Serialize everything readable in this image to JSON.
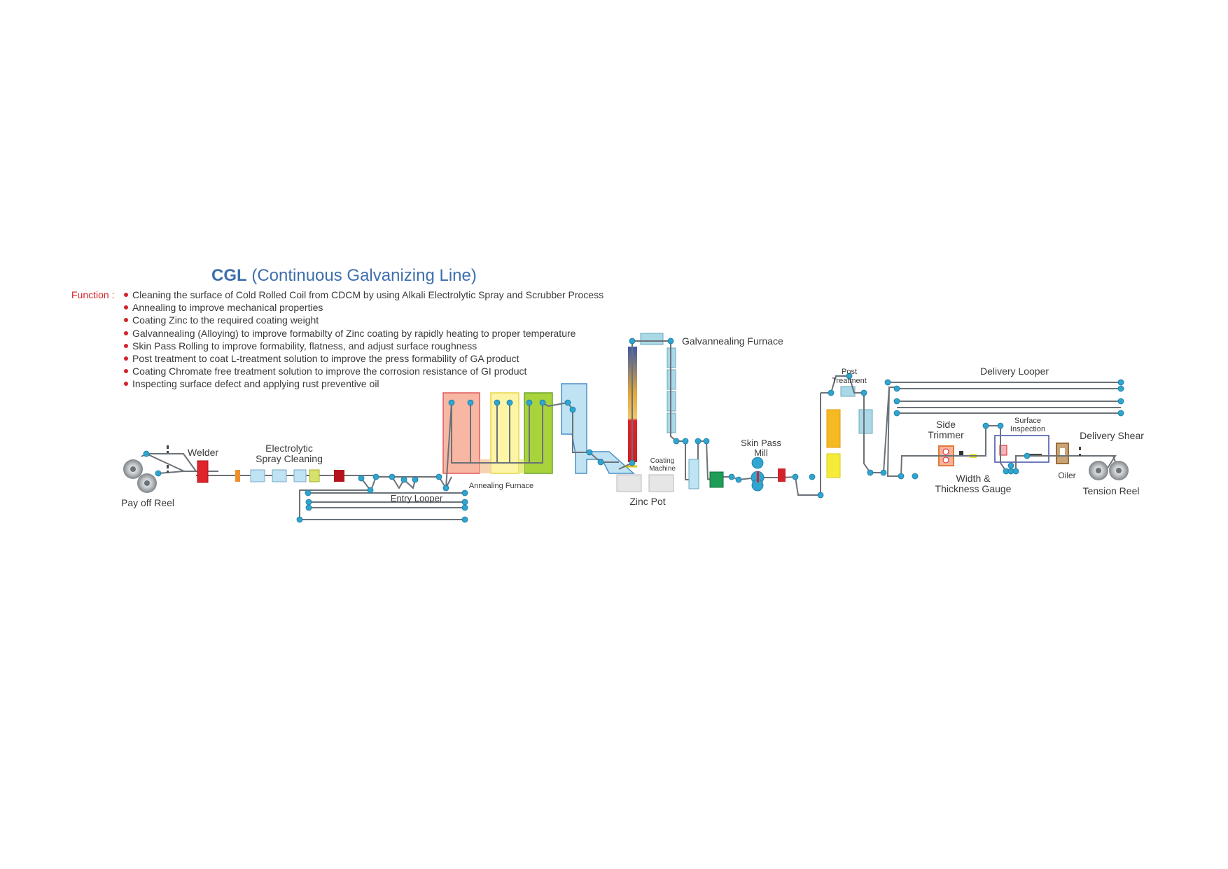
{
  "title": {
    "bold": "CGL",
    "rest": " (Continuous Galvanizing Line)"
  },
  "function_label": "Function :",
  "functions": [
    "Cleaning the surface of Cold Rolled Coil from CDCM by using Alkali Electrolytic Spray and Scrubber Process",
    "Annealing to improve mechanical properties",
    "Coating Zinc to the required coating weight",
    "Galvannealing (Alloying) to improve formabilty of Zinc coating by rapidly heating to proper temperature",
    "Skin Pass Rolling to improve formability, flatness, and adjust surface roughness",
    "Post treatment to coat L-treatment solution to improve the press formability of GA product",
    "Coating Chromate free treatment solution to improve the corrosion resistance of GI product",
    "Inspecting surface defect and applying rust preventive oil"
  ],
  "labels": {
    "welder": "Welder",
    "electrolytic_1": "Electrolytic",
    "electrolytic_2": "Spray Cleaning",
    "pay_off_reel": "Pay off Reel",
    "entry_looper": "Entry Looper",
    "annealing_furnace": "Annealing Furnace",
    "galvannealing_furnace": "Galvannealing Furnace",
    "coating_machine_1": "Coating",
    "coating_machine_2": "Machine",
    "zinc_pot": "Zinc Pot",
    "skin_pass_1": "Skin Pass",
    "skin_pass_2": "Mill",
    "post_treatment_1": "Post",
    "post_treatment_2": "Treatment",
    "delivery_looper": "Delivery Looper",
    "side_trimmer_1": "Side",
    "side_trimmer_2": "Trimmer",
    "surface_inspection_1": "Surface",
    "surface_inspection_2": "Inspection",
    "delivery_shear": "Delivery Shear",
    "width_gauge_1": "Width &",
    "width_gauge_2": "Thickness Gauge",
    "oiler": "Oiler",
    "tension_reel": "Tension Reel"
  },
  "colors": {
    "title_blue": "#3f6fad",
    "function_red": "#d2232a",
    "strip": "#6b7278",
    "roll": "#2fa5cf",
    "annealing_zone_1": "#f7b7a3",
    "annealing_zone_2": "#fdf4a6",
    "annealing_zone_3": "#a9d33d",
    "cooling_zone": "#bfe3f2",
    "welder_red": "#e0242b",
    "green_unit": "#1e9d57"
  }
}
